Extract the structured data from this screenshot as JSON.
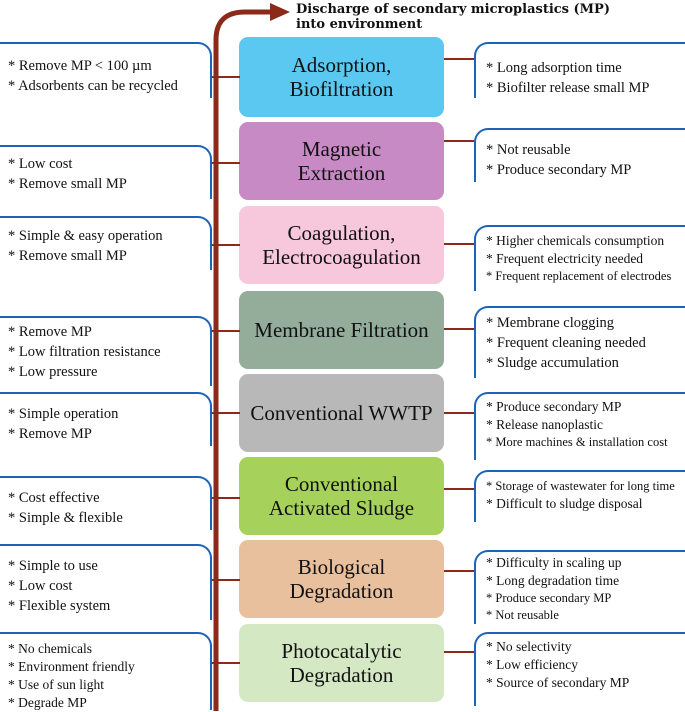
{
  "header": {
    "line1": "Discharge of secondary microplastics (MP)",
    "line2": "into environment"
  },
  "methods": [
    {
      "label": "Adsorption,\nBiofiltration",
      "color": "#5bc8f2"
    },
    {
      "label": "Magnetic\nExtraction",
      "color": "#c88ac4"
    },
    {
      "label": "Coagulation,\nElectrocoagulation",
      "color": "#f7c7dc"
    },
    {
      "label": "Membrane Filtration",
      "color": "#93ad9a"
    },
    {
      "label": "Conventional WWTP",
      "color": "#b8b8b8"
    },
    {
      "label": "Conventional\nActivated Sludge",
      "color": "#a6d25b"
    },
    {
      "label": "Biological\nDegradation",
      "color": "#e9c09d"
    },
    {
      "label": "Photocatalytic\nDegradation",
      "color": "#d4e8c4"
    }
  ],
  "advantages": [
    [
      "* Remove MP < 100 µm",
      "* Adsorbents can be recycled"
    ],
    [
      "* Low cost",
      "* Remove small MP"
    ],
    [
      "* Simple & easy operation",
      "* Remove small MP"
    ],
    [
      "* Remove MP",
      "* Low filtration resistance",
      "* Low pressure"
    ],
    [
      "* Simple operation",
      "* Remove MP"
    ],
    [
      "* Cost effective",
      "* Simple & flexible"
    ],
    [
      "* Simple to use",
      "* Low cost",
      "* Flexible system"
    ],
    [
      "* No chemicals",
      "* Environment friendly",
      "* Use of sun light",
      "* Degrade MP"
    ]
  ],
  "disadvantages": [
    [
      "* Long adsorption time",
      "* Biofilter release small MP"
    ],
    [
      "* Not reusable",
      "* Produce secondary MP"
    ],
    [
      "* Higher chemicals consumption",
      "* Frequent electricity needed",
      "* Frequent replacement of electrodes"
    ],
    [
      "* Membrane clogging",
      "* Frequent cleaning needed",
      "* Sludge accumulation"
    ],
    [
      "* Produce secondary MP",
      "* Release nanoplastic",
      "* More machines & installation cost"
    ],
    [
      "* Storage of wastewater for long time",
      "* Difficult to sludge disposal"
    ],
    [
      "* Difficulty in scaling up",
      "* Long degradation time",
      "* Produce secondary MP",
      "* Not reusable"
    ],
    [
      "* No selectivity",
      "* Low efficiency",
      "* Source of secondary MP"
    ]
  ],
  "colors": {
    "arrow": "#8b2a1a",
    "bracket": "#1d63b8"
  }
}
